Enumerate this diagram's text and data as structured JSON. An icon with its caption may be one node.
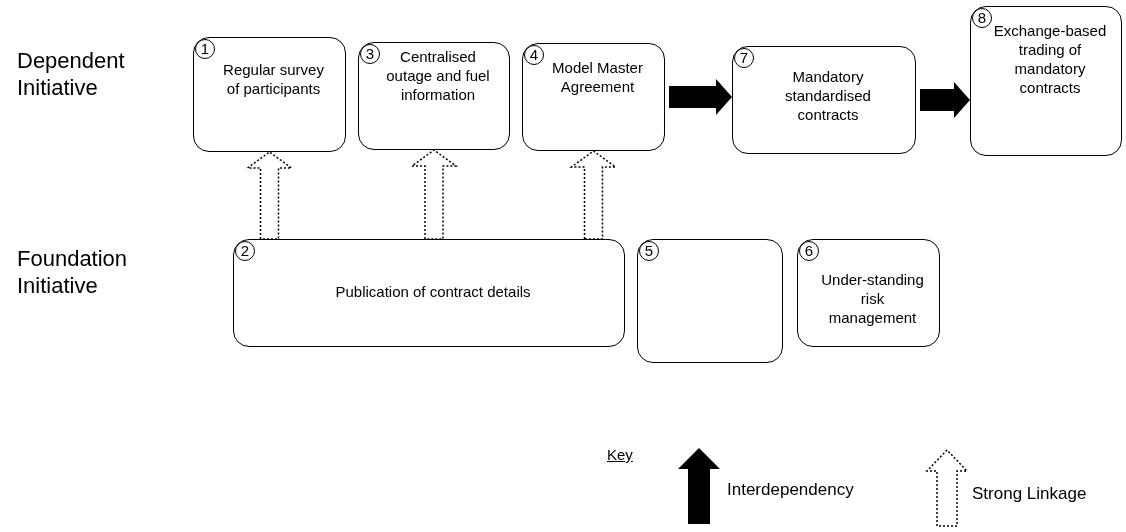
{
  "diagram": {
    "nodes": [
      {
        "text": [
          "1",
          "Regular survey of participants"
        ]
      },
      {
        "text": [
          "2",
          "Publication of contract details"
        ]
      },
      {
        "text": [
          "3",
          "Centralised outage and fuel information"
        ]
      },
      {
        "text": [
          "4",
          "Model Master Agreement"
        ]
      },
      {
        "text": [
          "5"
        ]
      },
      {
        "text": [
          "6",
          "Under-standing risk management"
        ]
      },
      {
        "text": [
          "7",
          "Mandatory standardised contracts"
        ]
      },
      {
        "text": [
          "8",
          "Exchange-based trading of mandatory contracts"
        ]
      }
    ],
    "edges": [
      {
        "from": 1,
        "to": 0,
        "arrow": "to",
        "style": "dashed"
      },
      {
        "from": 1,
        "to": 2,
        "arrow": "to",
        "style": "dashed"
      },
      {
        "from": 1,
        "to": 3,
        "arrow": "to",
        "style": "dashed"
      },
      {
        "from": 3,
        "to": 6,
        "arrow": "to",
        "style": "thick"
      },
      {
        "from": 6,
        "to": 7,
        "arrow": "to",
        "style": "thick"
      }
    ],
    "labels": [
      "Dependent Initiative",
      "Foundation Initiative",
      "Key"
    ],
    "legend": [
      {
        "text": "Interdependency"
      },
      {
        "text": "Strong Linkage"
      }
    ]
  }
}
